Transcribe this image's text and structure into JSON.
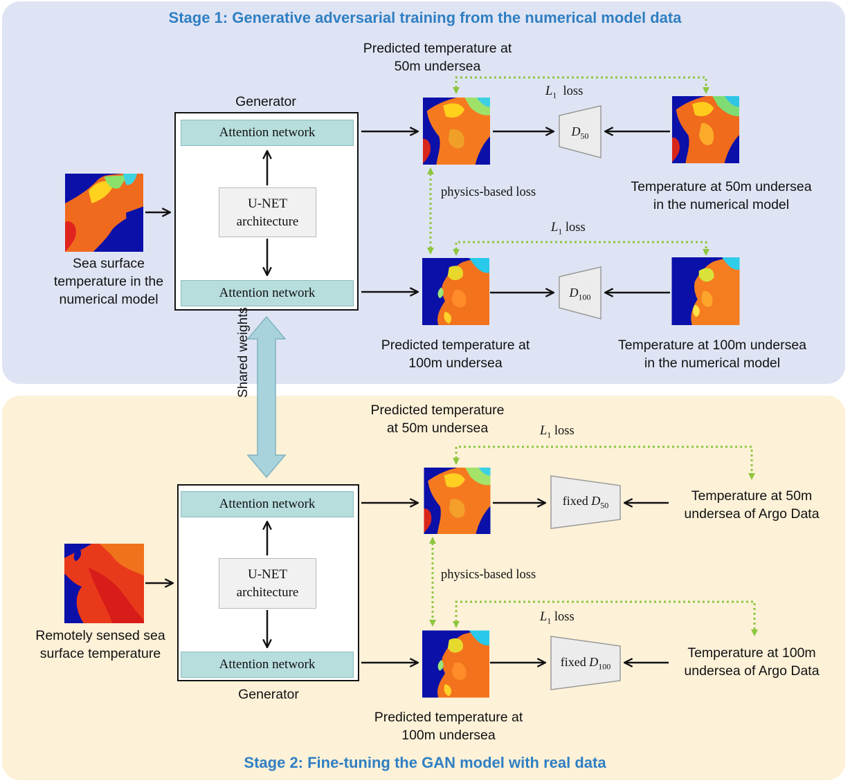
{
  "stage1": {
    "title": "Stage 1: Generative adversarial training from the numerical model data",
    "generator_label": "Generator",
    "attention_top": "Attention network",
    "attention_bottom": "Attention network",
    "unet_line1": "U-NET",
    "unet_line2": "architecture",
    "input_line1": "Sea surface",
    "input_line2": "temperature in the",
    "input_line3": "numerical model",
    "pred50_line1": "Predicted temperature at",
    "pred50_line2": "50m undersea",
    "pred100_line1": "Predicted temperature at",
    "pred100_line2": "100m undersea",
    "target50_line1": "Temperature at 50m undersea",
    "target50_line2": "in the numerical model",
    "target100_line1": "Temperature at 100m undersea",
    "target100_line2": "in the numerical model",
    "physics_loss": "physics-based loss",
    "l1_symbol": "L",
    "l1_sub": "1",
    "loss_word": "loss",
    "d50_symbol": "D",
    "d50_sub": "50",
    "d100_symbol": "D",
    "d100_sub": "100"
  },
  "stage2": {
    "title": "Stage 2: Fine-tuning the GAN model with real data",
    "generator_label": "Generator",
    "attention_top": "Attention network",
    "attention_bottom": "Attention network",
    "unet_line1": "U-NET",
    "unet_line2": "architecture",
    "input_line1": "Remotely sensed sea",
    "input_line2": "surface temperature",
    "pred50_line1": "Predicted temperature",
    "pred50_line2": "at 50m undersea",
    "pred100_line1": "Predicted temperature at",
    "pred100_line2": "100m undersea",
    "argo50_line1": "Temperature at 50m",
    "argo50_line2": "undersea of Argo Data",
    "argo100_line1": "Temperature at 100m",
    "argo100_line2": "undersea of Argo Data",
    "physics_loss": "physics-based loss",
    "l1_symbol": "L",
    "l1_sub": "1",
    "loss_word": "loss",
    "fixed_word": "fixed",
    "d50_symbol": "D",
    "d50_sub": "50",
    "d100_symbol": "D",
    "d100_sub": "100"
  },
  "shared_weights": "Shared weights",
  "colors": {
    "stage1_background": "#dfe4f4",
    "stage2_background": "#fdf1d8",
    "title_blue": "#2f7fc2",
    "attention_fill": "#b7dddd",
    "loss_arrow_green": "#8dc63f",
    "shared_arrow_fill": "#a9d3dc"
  }
}
